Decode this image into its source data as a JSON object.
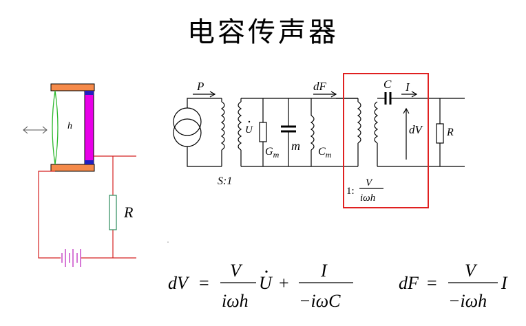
{
  "title": "电容传声器",
  "left_diagram": {
    "gap_label": "h",
    "resistor_label": "R"
  },
  "circuit": {
    "source_label": "P",
    "voltage_label": "U",
    "gm_label": "G",
    "gm_sub": "m",
    "mass_label": "m",
    "cm_label": "C",
    "cm_sub": "m",
    "ratio_label": "S:1",
    "force_label": "dF",
    "cap_label": "C",
    "current_label": "I",
    "dv_label": "dV",
    "load_label": "R",
    "ratio2_prefix": "1:",
    "ratio2_num": "V",
    "ratio2_den": "iωh"
  },
  "equations": {
    "eq1_lhs": "dV",
    "eq1_eq": "=",
    "eq1_frac1_num": "V",
    "eq1_frac1_den": "iωh",
    "eq1_u": "U",
    "eq1_plus": "+",
    "eq1_frac2_num": "I",
    "eq1_frac2_den": "−iωC",
    "eq2_lhs": "dF",
    "eq2_eq": "=",
    "eq2_frac_num": "V",
    "eq2_frac_den": "−iωh",
    "eq2_i": "I"
  }
}
